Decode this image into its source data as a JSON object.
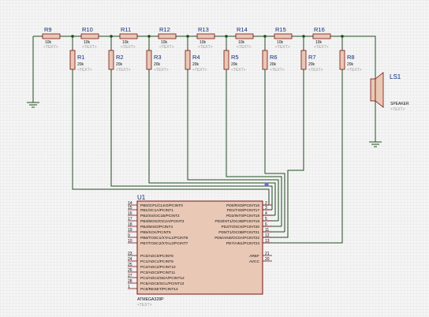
{
  "colors": {
    "background": "#f5f5f5",
    "grid": "#d9d9d9",
    "wire": "#1f4d1f",
    "component_fill": "#e9c8b5",
    "component_stroke": "#7a1010",
    "label": "#0b2b7a",
    "value": "#111111",
    "placeholder": "#9a9a9a",
    "pin": "#7a1010",
    "junction_marker": "#6b6bd6"
  },
  "labels": {
    "r9": "R9",
    "r10": "R10",
    "r11": "R11",
    "r12": "R12",
    "r13": "R13",
    "r14": "R14",
    "r15": "R15",
    "r16": "R16",
    "r1": "R1",
    "r2": "R2",
    "r3": "R3",
    "r4": "R4",
    "r5": "R5",
    "r6": "R6",
    "r7": "R7",
    "r8": "R8",
    "speaker": "LS1",
    "mcu": "U1"
  },
  "values": {
    "series_resistor": "10k",
    "ladder_resistor": "20k",
    "placeholder": "<TEXT>",
    "speaker_type": "SPEAKER",
    "mcu_part": "ATMEGA328P"
  },
  "mcu": {
    "left_pins": [
      {
        "num": "14",
        "name": "PB0/ICP1/CLKO/PCINT0"
      },
      {
        "num": "15",
        "name": "PB1/OC1A/PCINT1"
      },
      {
        "num": "16",
        "name": "PB2/SS/OC1B/PCINT2"
      },
      {
        "num": "17",
        "name": "PB3/MOSI/OC2A/PCINT3"
      },
      {
        "num": "18",
        "name": "PB4/MISO/PCINT4"
      },
      {
        "num": "19",
        "name": "PB5/SCK/PCINT5"
      },
      {
        "num": "9",
        "name": "PB6/TOSC1/XTAL1/PCINT6"
      },
      {
        "num": "10",
        "name": "PB7/TOSC2/XTAL2/PCINT7"
      },
      {
        "num": "23",
        "name": "PC0/ADC0/PCINT8"
      },
      {
        "num": "24",
        "name": "PC1/ADC1/PCINT9"
      },
      {
        "num": "25",
        "name": "PC2/ADC2/PCINT10"
      },
      {
        "num": "26",
        "name": "PC3/ADC3/PCINT11"
      },
      {
        "num": "27",
        "name": "PC4/ADC4/SDA/PCINT12"
      },
      {
        "num": "28",
        "name": "PC5/ADC5/SCL/PCINT13"
      },
      {
        "num": "1",
        "name": "PC6/RESET/PCINT14"
      }
    ],
    "right_pins": [
      {
        "num": "2",
        "name": "PD0/RXD/PCINT16"
      },
      {
        "num": "3",
        "name": "PD1/TXD/PCINT17"
      },
      {
        "num": "4",
        "name": "PD2/INT0/PCINT18"
      },
      {
        "num": "5",
        "name": "PD3/INT1/OC2B/PCINT19"
      },
      {
        "num": "6",
        "name": "PD4/T0/XCK/PCINT20"
      },
      {
        "num": "11",
        "name": "PD5/T1/OC0B/PCINT21"
      },
      {
        "num": "12",
        "name": "PD6/AIN0/OC0A/PCINT22"
      },
      {
        "num": "13",
        "name": "PD7/AIN1/PCINT23"
      },
      {
        "num": "21",
        "name": "AREF"
      },
      {
        "num": "20",
        "name": "AVCC"
      }
    ]
  }
}
